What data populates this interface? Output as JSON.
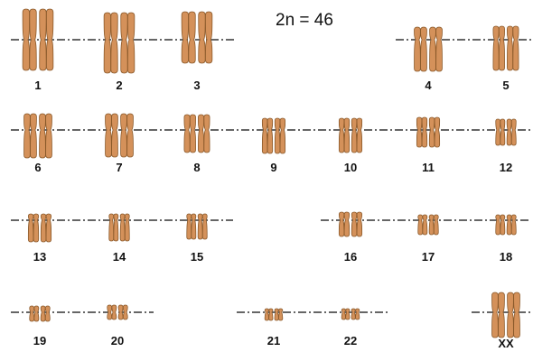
{
  "title": "2n = 46",
  "colors": {
    "chromosome": "#D4915A",
    "outline": "#8B5A2B",
    "axis_line": "#666666"
  },
  "chromosomes": [
    {
      "label": "1"
    },
    {
      "label": "2"
    },
    {
      "label": "3"
    },
    {
      "label": "4"
    },
    {
      "label": "5"
    },
    {
      "label": "6"
    },
    {
      "label": "7"
    },
    {
      "label": "8"
    },
    {
      "label": "9"
    },
    {
      "label": "10"
    },
    {
      "label": "11"
    },
    {
      "label": "12"
    },
    {
      "label": "13"
    },
    {
      "label": "14"
    },
    {
      "label": "15"
    },
    {
      "label": "16"
    },
    {
      "label": "17"
    },
    {
      "label": "18"
    },
    {
      "label": "19"
    },
    {
      "label": "20"
    },
    {
      "label": "21"
    },
    {
      "label": "22"
    },
    {
      "label": "XX"
    }
  ]
}
